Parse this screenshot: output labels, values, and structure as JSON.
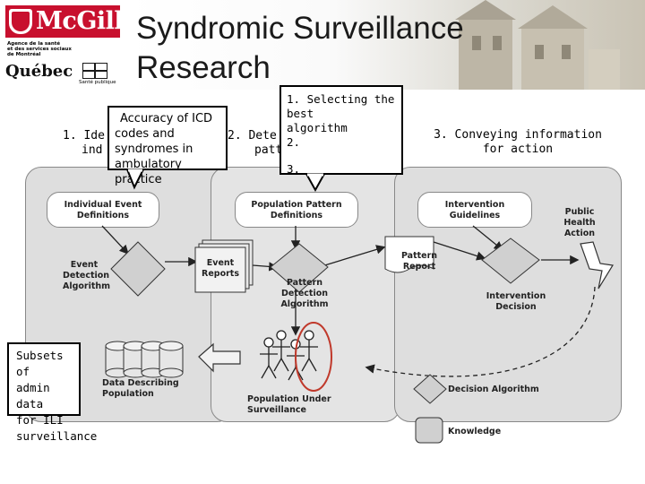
{
  "header": {
    "logo_text": "McGill",
    "agency_line1": "Agence de la santé",
    "agency_line2": "et des services sociaux",
    "agency_line3": "de Montréal",
    "quebec_text": "Québec",
    "sante_publique": "Santé publique",
    "title_line1": "Syndromic Surveillance",
    "title_line2": "Research"
  },
  "steps": {
    "step1_visible": "1. Ide",
    "step1_line2_visible": "ind",
    "step2_visible": "2. Dete",
    "step2_line2_visible": "patt",
    "step3_line1": "3. Conveying information",
    "step3_line2": "for action"
  },
  "callouts": {
    "icd_line1": "Accuracy of ICD",
    "icd_line2": "codes and",
    "icd_line3": "syndromes in",
    "icd_line4": "ambulatory practice",
    "algo_line1": "1. Selecting the best",
    "algo_line2": "algorithm",
    "algo_line3": "2.",
    "algo_line4": "3.",
    "subsets_line1": "Subsets of",
    "subsets_line2": "admin data",
    "subsets_line3": "for ILI",
    "subsets_line4": "surveillance"
  },
  "definitions": {
    "individual_line1": "Individual Event",
    "individual_line2": "Definitions",
    "population_line1": "Population Pattern",
    "population_line2": "Definitions",
    "intervention_line1": "Intervention",
    "intervention_line2": "Guidelines"
  },
  "labels": {
    "event_algo_line1": "Event",
    "event_algo_line2": "Detection",
    "event_algo_line3": "Algorithm",
    "event_reports_line1": "Event",
    "event_reports_line2": "Reports",
    "pattern_algo_line1": "Pattern",
    "pattern_algo_line2": "Detection",
    "pattern_algo_line3": "Algorithm",
    "pattern_report_line1": "Pattern",
    "pattern_report_line2": "Report",
    "intervention_decision_line1": "Intervention",
    "intervention_decision_line2": "Decision",
    "public_health_line1": "Public",
    "public_health_line2": "Health",
    "public_health_line3": "Action",
    "data_describing_line1": "Data Describing",
    "data_describing_line2": "Population",
    "population_under_line1": "Population Under",
    "population_under_line2": "Surveillance",
    "decision_algorithm": "Decision Algorithm",
    "knowledge": "Knowledge"
  },
  "colors": {
    "panel": "#dedede",
    "shape_fill": "#d0d0d0",
    "mcgill_red": "#c8102e",
    "highlight_ellipse": "#c0392b"
  }
}
